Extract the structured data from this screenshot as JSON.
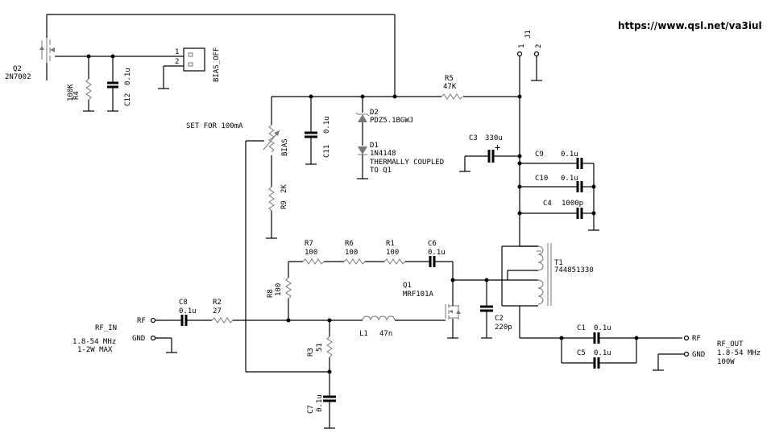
{
  "url": "https://www.qsl.net/va3iul",
  "labels": {
    "q2_ref": "Q2",
    "q2_val": "2N7002",
    "r4_ref": "R4",
    "r4_val": "100K",
    "c12_ref": "C12",
    "c12_val": "0.1u",
    "bias_off": "BIAS_OFF",
    "pin1": "1",
    "pin2": "2",
    "set_for": "SET FOR 100mA",
    "bias": "BIAS",
    "c11_ref": "C11",
    "c11_val": "0.1u",
    "d2_ref": "D2",
    "d2_val": "PDZ5.1BGWJ",
    "d1_ref": "D1",
    "d1_val": "1N4148",
    "thermal1": "THERMALLY COUPLED",
    "thermal2": "TO Q1",
    "r5_ref": "R5",
    "r5_val": "47K",
    "j1_ref": "J1",
    "j1_p1": "1",
    "j1_p2": "2",
    "c3_ref": "C3",
    "c3_val": "330u",
    "c3_plus": "+",
    "c9_ref": "C9",
    "c9_val": "0.1u",
    "c10_ref": "C10",
    "c10_val": "0.1u",
    "c4_ref": "C4",
    "c4_val": "1000p",
    "r9_ref": "R9",
    "r9_val": "2K",
    "r7_ref": "R7",
    "r7_val": "100",
    "r6_ref": "R6",
    "r6_val": "100",
    "r1_ref": "R1",
    "r1_val": "100",
    "c6_ref": "C6",
    "c6_val": "0.1u",
    "t1_ref": "T1",
    "t1_val": "744851330",
    "r8_ref": "R8",
    "r8_val": "100",
    "q1_ref": "Q1",
    "q1_val": "MRF101A",
    "c8_ref": "C8",
    "c8_val": "0.1u",
    "r2_ref": "R2",
    "r2_val": "27",
    "rf_in_rf": "RF",
    "rf_in_gnd": "GND",
    "rf_in": "RF_IN",
    "rf_in_freq": "1.8-54 MHz",
    "rf_in_pwr": "1-2W MAX",
    "l1_ref": "L1",
    "l1_val": "47n",
    "c2_ref": "C2",
    "c2_val": "220p",
    "r3_ref": "R3",
    "r3_val": "51",
    "c7_ref": "C7",
    "c7_val": "0.1u",
    "c1_ref": "C1",
    "c1_val": "0.1u",
    "c5_ref": "C5",
    "c5_val": "0.1u",
    "rf_out_rf": "RF",
    "rf_out_gnd": "GND",
    "rf_out": "RF_OUT",
    "rf_out_freq": "1.8-54 MHz",
    "rf_out_pwr": "100W"
  }
}
